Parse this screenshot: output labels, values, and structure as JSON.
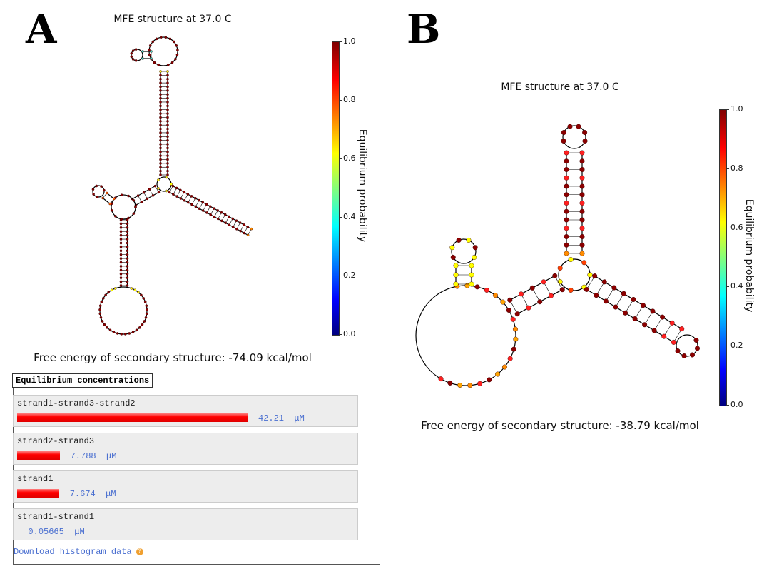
{
  "panels": [
    {
      "label": "A",
      "title": "MFE structure at 37.0 C",
      "free_energy": "Free energy of secondary structure: -74.09 kcal/mol",
      "colorbar": {
        "label": "Equilibrium probability",
        "ticks": [
          "1.0",
          "0.8",
          "0.6",
          "0.4",
          "0.2",
          "0.0"
        ]
      }
    },
    {
      "label": "B",
      "title": "MFE structure at 37.0 C",
      "free_energy": "Free energy of secondary structure: -38.79 kcal/mol",
      "colorbar": {
        "label": "Equilibrium probability",
        "ticks": [
          "1.0",
          "0.8",
          "0.6",
          "0.4",
          "0.2",
          "0.0"
        ]
      }
    }
  ],
  "concentrations": {
    "legend": "Equilibrium concentrations",
    "unit": "μM",
    "rows": [
      {
        "name": "strand1-strand3-strand2",
        "value": 42.21,
        "display": "42.21"
      },
      {
        "name": "strand2-strand3",
        "value": 7.788,
        "display": "7.788"
      },
      {
        "name": "strand1",
        "value": 7.674,
        "display": "7.674"
      },
      {
        "name": "strand1-strand1",
        "value": 0.05665,
        "display": "0.05665"
      }
    ],
    "download_link": "Download histogram data"
  },
  "colors": {
    "bar": "#ff0000",
    "link": "#4a6fd0",
    "help": "#f0a030"
  }
}
